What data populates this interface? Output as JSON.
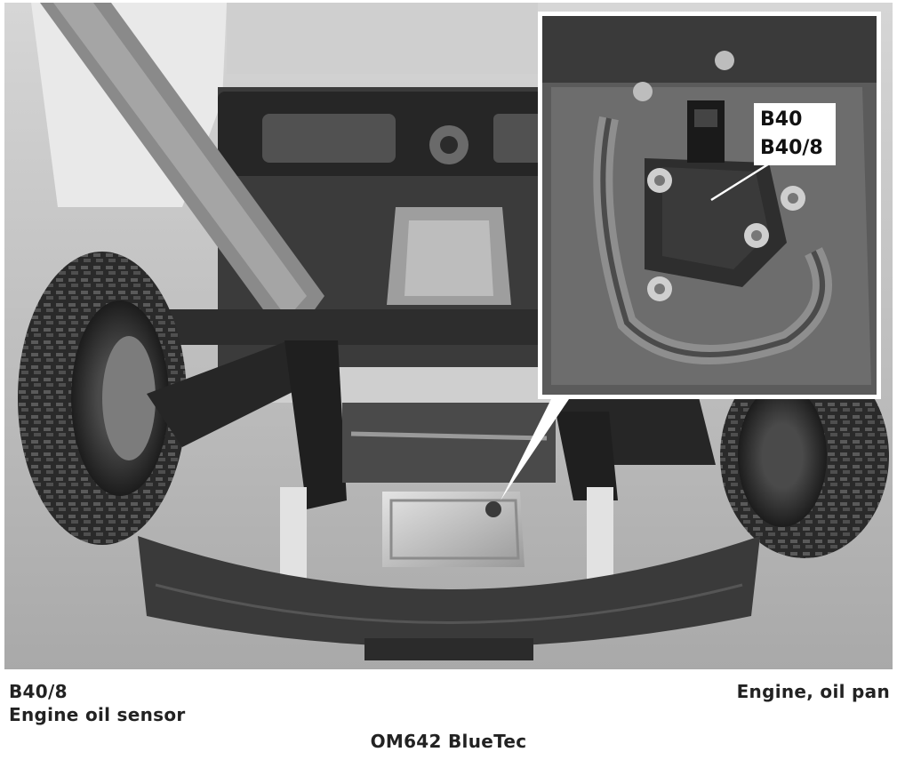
{
  "photo": {
    "inset_labels": [
      "B40",
      "B40/8"
    ]
  },
  "captions": {
    "component_code": "B40/8",
    "component_name": "Engine oil sensor",
    "location": "Engine, oil pan",
    "engine": "OM642 BlueTec"
  }
}
